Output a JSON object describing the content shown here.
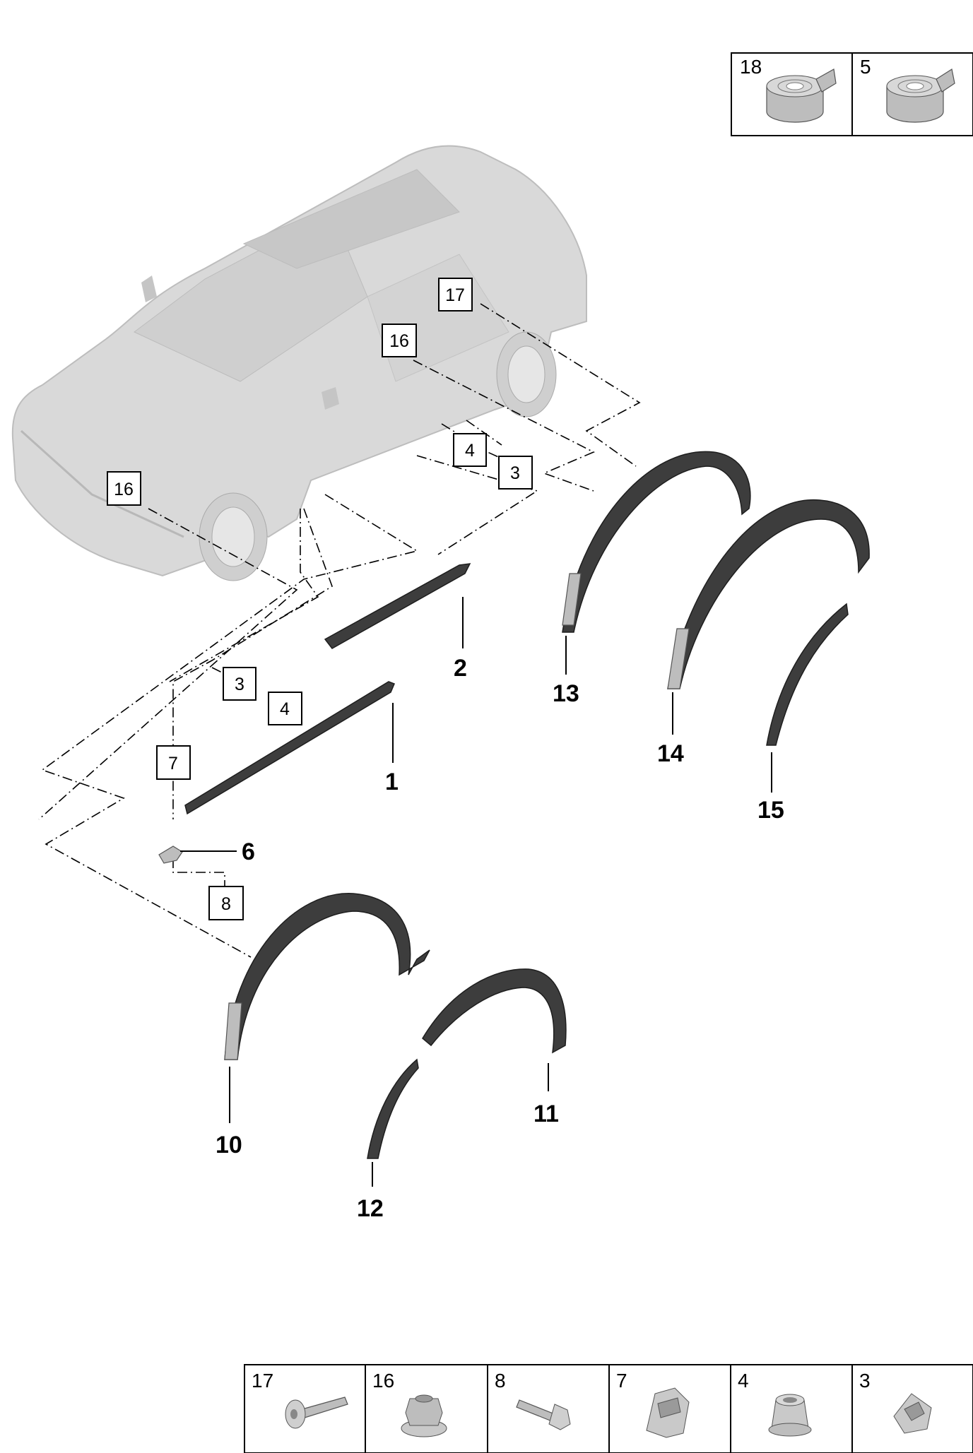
{
  "top_legend": [
    {
      "number": "18",
      "icon": "tape-roll-icon"
    },
    {
      "number": "5",
      "icon": "tape-roll-icon"
    }
  ],
  "bottom_legend": [
    {
      "number": "17",
      "icon": "screw-icon"
    },
    {
      "number": "16",
      "icon": "nut-icon"
    },
    {
      "number": "8",
      "icon": "screw-icon"
    },
    {
      "number": "7",
      "icon": "clip-icon"
    },
    {
      "number": "4",
      "icon": "grommet-icon"
    },
    {
      "number": "3",
      "icon": "clip-icon"
    }
  ],
  "callouts": {
    "c1": "1",
    "c2": "2",
    "c6": "6",
    "c10": "10",
    "c11": "11",
    "c12": "12",
    "c13": "13",
    "c14": "14",
    "c15": "15"
  },
  "boxes": {
    "b17": "17",
    "b16a": "16",
    "b16b": "16",
    "b4a": "4",
    "b3a": "3",
    "b3b": "3",
    "b4b": "4",
    "b7": "7",
    "b8": "8"
  },
  "colors": {
    "line": "#000000",
    "vehicle": "#d9d9d9",
    "part": "#3d3d3d"
  }
}
